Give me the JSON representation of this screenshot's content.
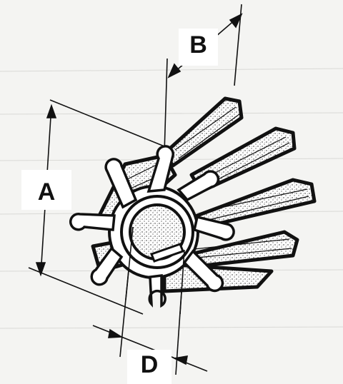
{
  "labels": {
    "a": "A",
    "b": "B",
    "d": "D"
  },
  "colors": {
    "ink": "#111111",
    "background": "#f4f4f2",
    "label_bg": "#ffffff"
  }
}
